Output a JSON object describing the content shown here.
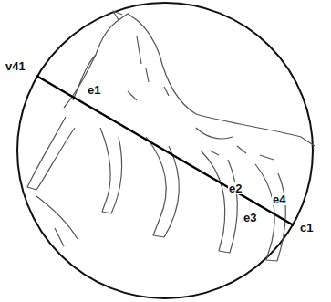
{
  "diagram": {
    "labels": [
      "v41",
      "e1",
      "e2",
      "e3",
      "e4",
      "c1"
    ]
  }
}
